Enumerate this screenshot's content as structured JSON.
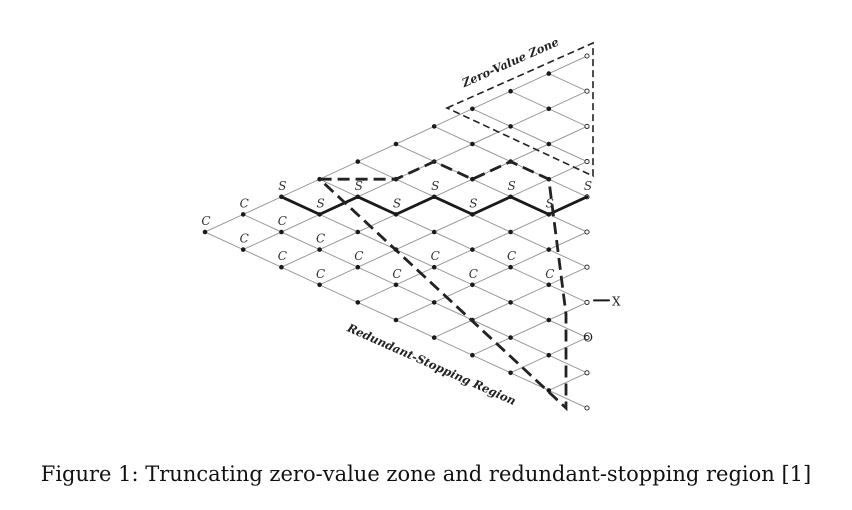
{
  "figure": {
    "caption": "Figure 1: Truncating zero-value zone and redundant-stopping region [1]",
    "zero_zone_label": "Zero-Value Zone",
    "redundant_label": "Redundant-Stopping Region",
    "label_o": "O",
    "label_x": "X",
    "continuation_label": "C",
    "stopping_label": "S"
  },
  "colors": {
    "lattice": "#9a9a9a",
    "ink": "#1a1a1a",
    "dashed": "#222222"
  }
}
